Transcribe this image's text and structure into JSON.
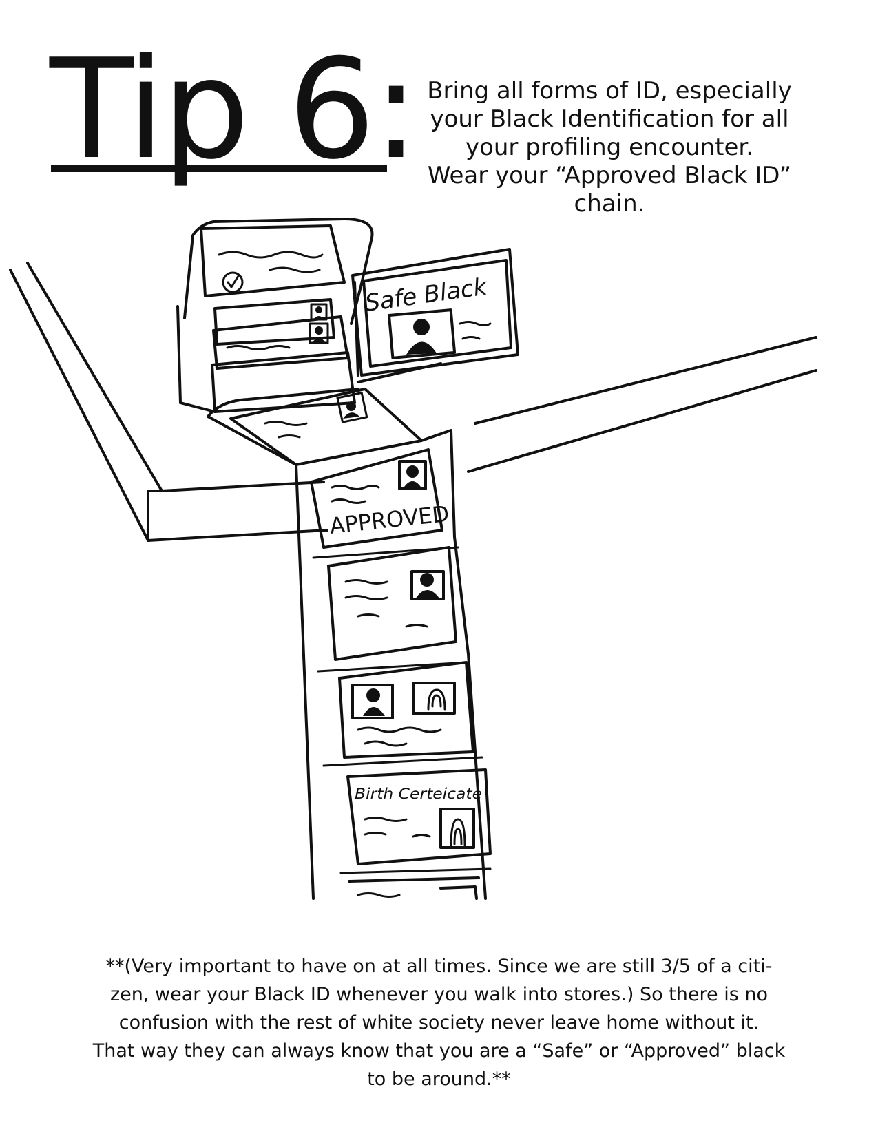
{
  "heading": {
    "title": "Tip 6:"
  },
  "intro": {
    "lines": [
      "Bring all forms of ID, especially",
      "your Black Identification for all",
      "your profiling encounter.",
      "Wear your “Approved Black ID”",
      "chain."
    ]
  },
  "illustration": {
    "card_safe_label": "Safe Black",
    "card_approved_label": "APPROVED",
    "card_birth_label": "Birth Certeicate"
  },
  "footnote": {
    "lines": [
      "**(Very important to have on at all times. Since we are still 3/5 of a citi-",
      "zen, wear your Black ID whenever you walk into stores.) So there is no",
      "confusion with the rest of white society never leave home without it.",
      "That way they can always know that you are a “Safe” or “Approved” black",
      "to be around.**"
    ]
  }
}
